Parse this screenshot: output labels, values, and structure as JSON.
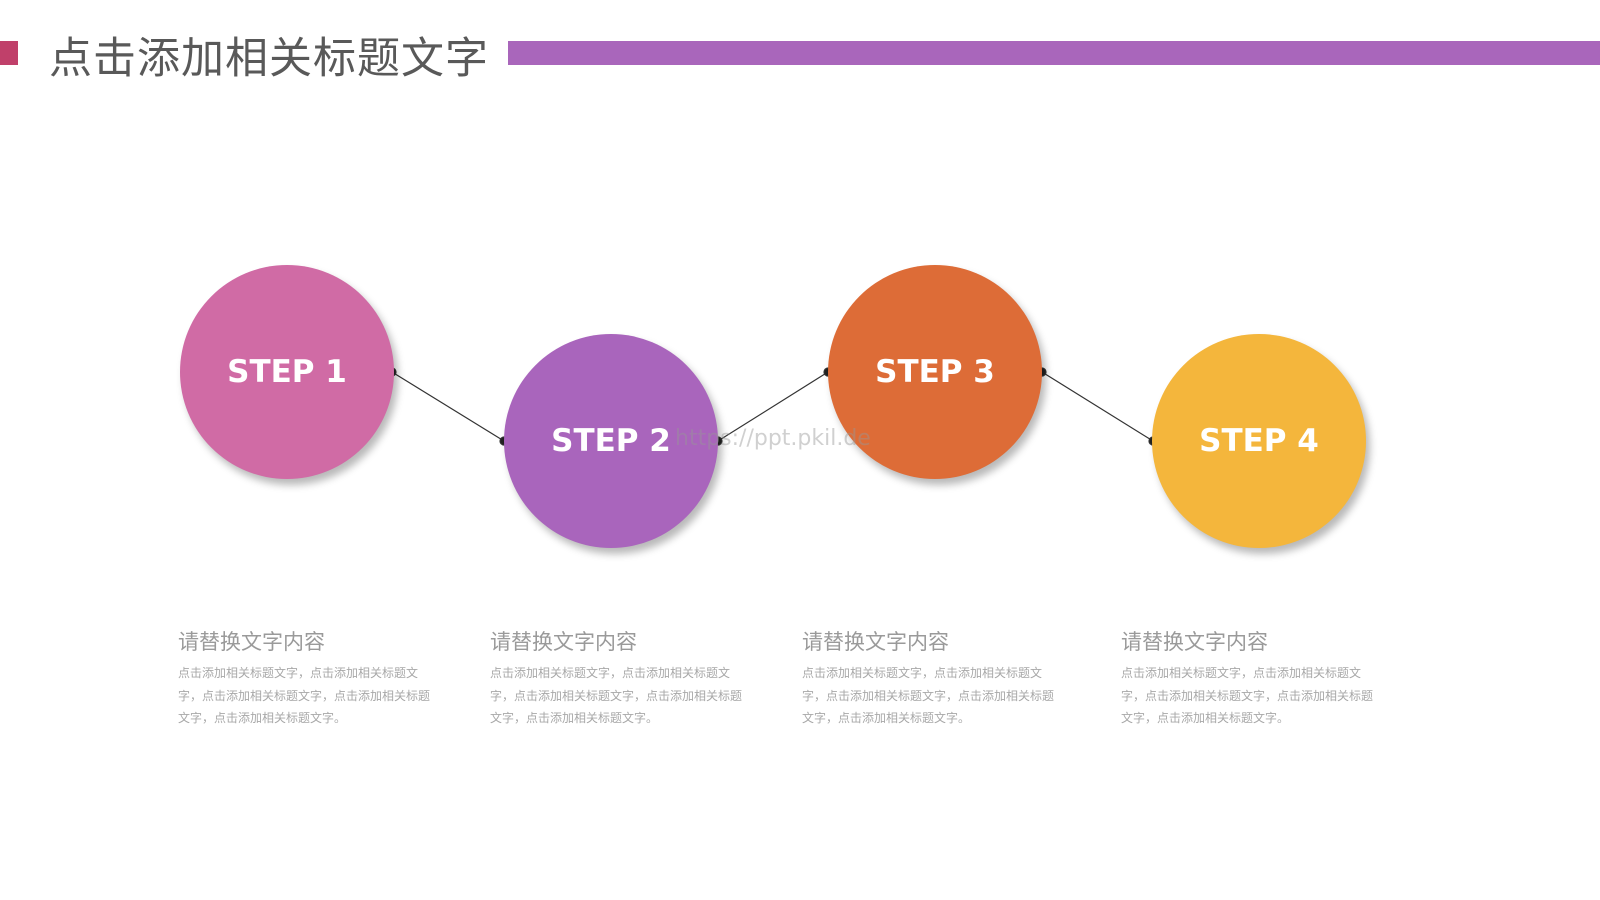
{
  "header": {
    "title": "点击添加相关标题文字",
    "accent_color": "#C0406A",
    "bar_color": "#A966BB"
  },
  "steps": [
    {
      "label": "STEP 1",
      "color": "#D06BA5",
      "heading": "请替换文字内容",
      "body": "点击添加相关标题文字，点击添加相关标题文字，点击添加相关标题文字，点击添加相关标题文字，点击添加相关标题文字。"
    },
    {
      "label": "STEP 2",
      "color": "#A965BC",
      "heading": "请替换文字内容",
      "body": "点击添加相关标题文字，点击添加相关标题文字，点击添加相关标题文字，点击添加相关标题文字，点击添加相关标题文字。"
    },
    {
      "label": "STEP 3",
      "color": "#DD6C37",
      "heading": "请替换文字内容",
      "body": "点击添加相关标题文字，点击添加相关标题文字，点击添加相关标题文字，点击添加相关标题文字，点击添加相关标题文字。"
    },
    {
      "label": "STEP 4",
      "color": "#F4B63C",
      "heading": "请替换文字内容",
      "body": "点击添加相关标题文字，点击添加相关标题文字，点击添加相关标题文字，点击添加相关标题文字，点击添加相关标题文字。"
    }
  ],
  "watermark": "https://ppt.pkil.de"
}
